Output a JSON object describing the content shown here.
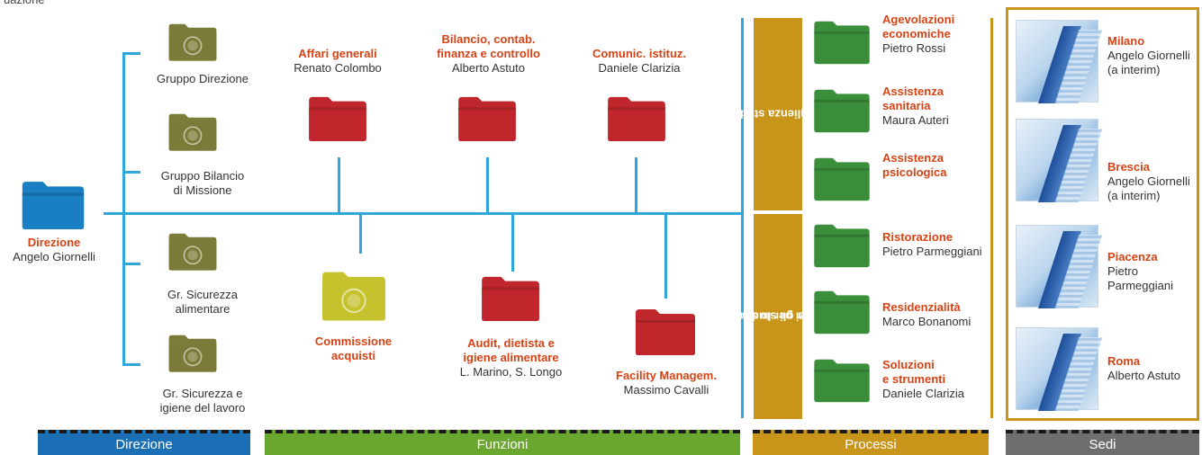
{
  "top_cut_text": "uazione",
  "colors": {
    "blue": "#2fa6dc",
    "direzione": "#1a6fb5",
    "funzioni": "#6aa72e",
    "processi": "#c8951a",
    "sedi": "#6e6e6e",
    "title": "#d84315"
  },
  "direzione": {
    "title": "Direzione",
    "person": "Angelo Giornelli"
  },
  "gruppi": [
    {
      "line1": "Gruppo Direzione",
      "line2": ""
    },
    {
      "line1": "Gruppo Bilancio",
      "line2": "di Missione"
    },
    {
      "line1": "Gr. Sicurezza",
      "line2": "alimentare"
    },
    {
      "line1": "Gr. Sicurezza e",
      "line2": "igiene del lavoro"
    }
  ],
  "funzioni_top": [
    {
      "title1": "Affari generali",
      "title2": "",
      "person": "Renato Colombo"
    },
    {
      "title1": "Bilancio, contab.",
      "title2": "finanza e controllo",
      "person": "Alberto Astuto"
    },
    {
      "title1": "Comunic. istituz.",
      "title2": "",
      "person": "Daniele Clarizia"
    }
  ],
  "funzioni_bottom": [
    {
      "title1": "Commissione",
      "title2": "acquisti",
      "person": ""
    },
    {
      "title1": "Audit, dietista e",
      "title2": "igiene alimentare",
      "person": "L. Marino, S. Longo"
    },
    {
      "title1": "Facility Managem.",
      "title2": "",
      "person": "Massimo Cavalli"
    }
  ],
  "processi_bands": [
    {
      "line1": "Accoglienza studenti",
      "line2": ""
    },
    {
      "line1": "Servizi per lo studio",
      "line2": "e per gli studenti"
    }
  ],
  "processi": [
    {
      "title1": "Agevolazioni",
      "title2": "economiche",
      "person": "Pietro Rossi"
    },
    {
      "title1": "Assistenza",
      "title2": "sanitaria",
      "person": "Maura Auteri"
    },
    {
      "title1": "Assistenza",
      "title2": "psicologica",
      "person": ""
    },
    {
      "title1": "Ristorazione",
      "title2": "",
      "person": "Pietro Parmeggiani"
    },
    {
      "title1": "Residenzialità",
      "title2": "",
      "person": "Marco Bonanomi"
    },
    {
      "title1": "Soluzioni",
      "title2": "e strumenti",
      "person": "Daniele Clarizia"
    }
  ],
  "sedi": [
    {
      "city": "Milano",
      "line1": "Angelo Giornelli",
      "line2": "(a interim)"
    },
    {
      "city": "Brescia",
      "line1": "Angelo Giornelli",
      "line2": "(a interim)"
    },
    {
      "city": "Piacenza",
      "line1": "Pietro",
      "line2": "Parmeggiani"
    },
    {
      "city": "Roma",
      "line1": "Alberto Astuto",
      "line2": ""
    }
  ],
  "footer": {
    "direzione": "Direzione",
    "funzioni": "Funzioni",
    "processi": "Processi",
    "sedi": "Sedi"
  }
}
